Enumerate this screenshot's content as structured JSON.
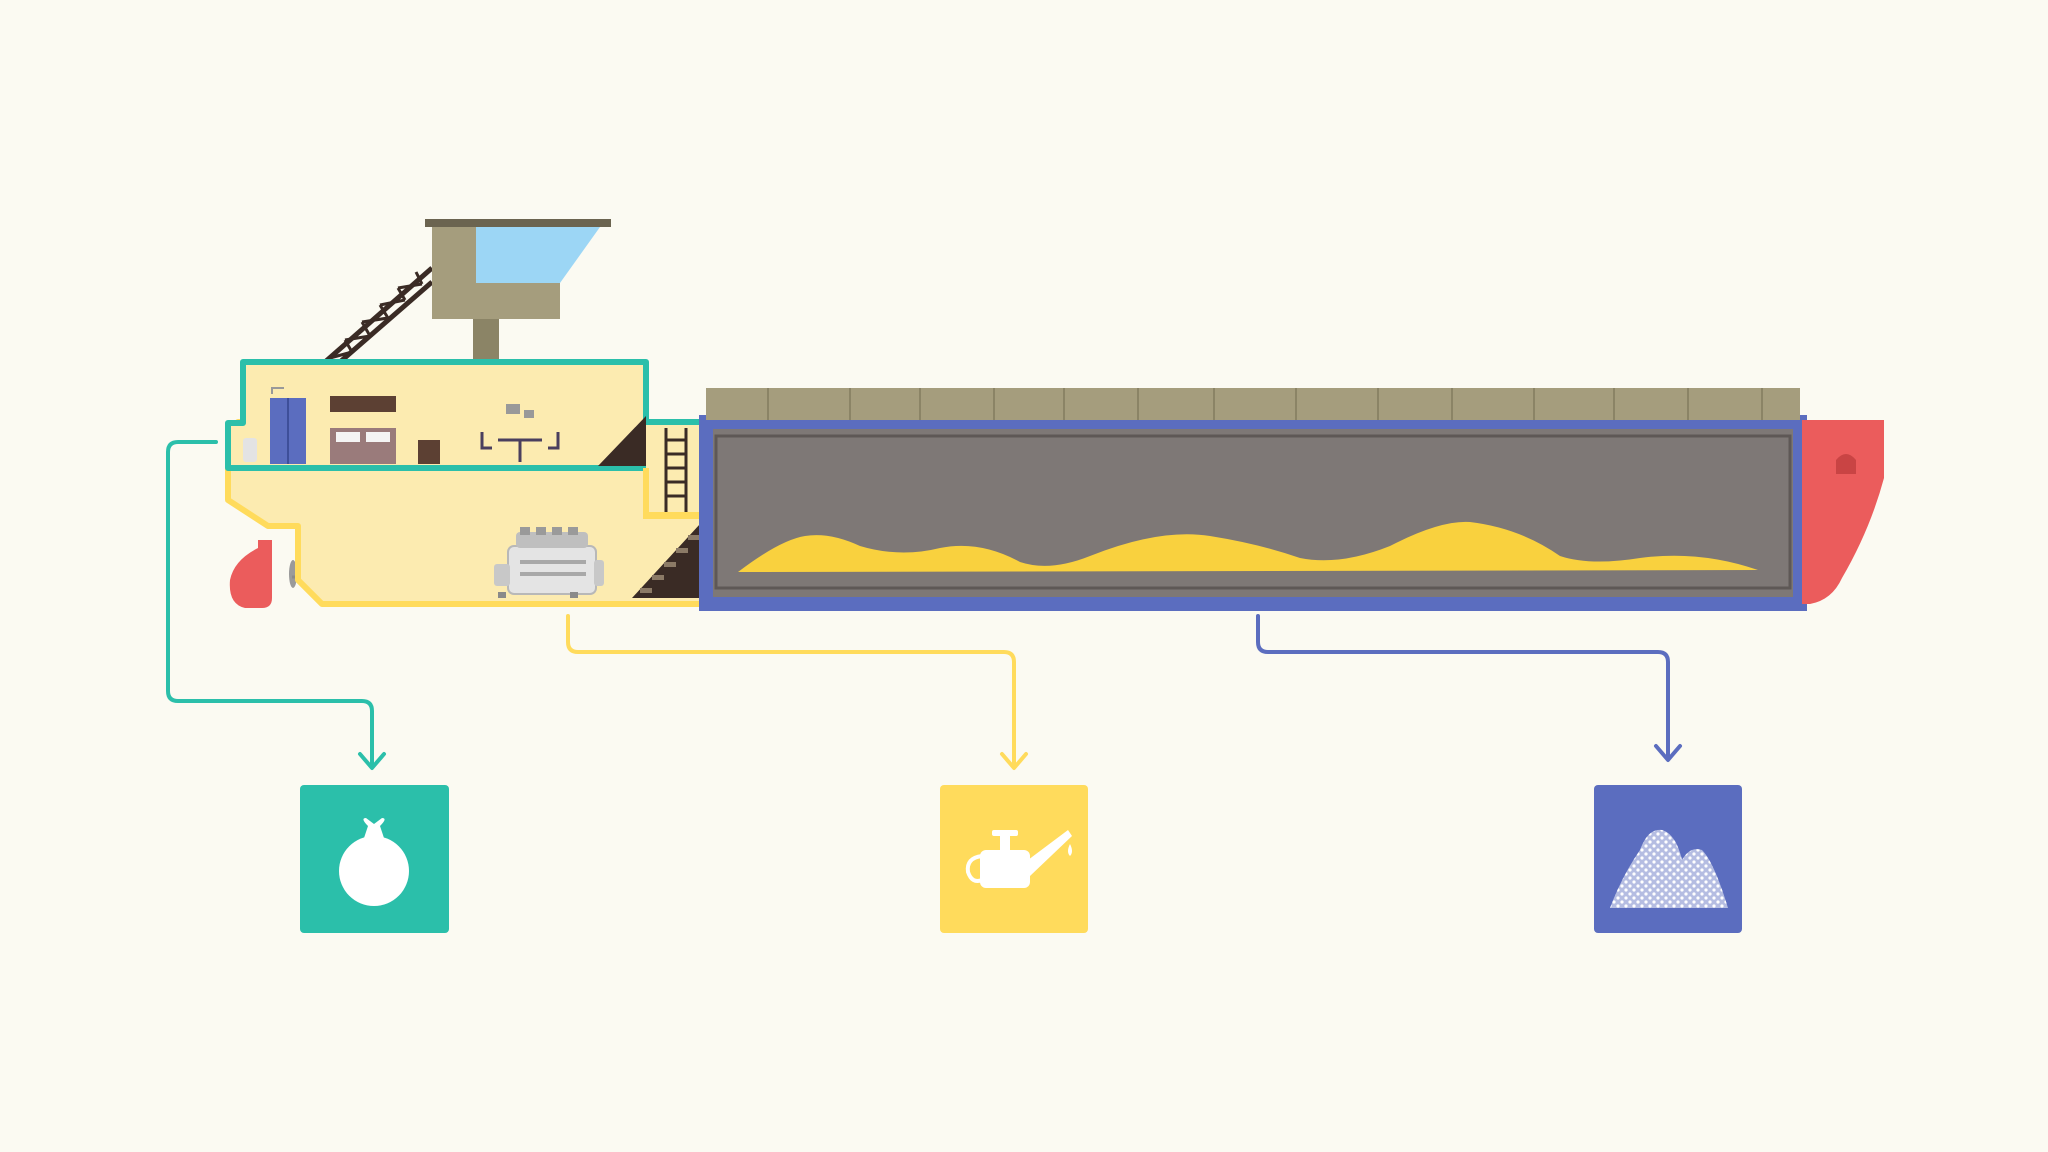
{
  "diagram": {
    "colors": {
      "background": "#fbfaf2",
      "crew_quarters": "#2bbfaa",
      "engine_room": "#ffdb5c",
      "cargo_hold": "#5b6dbf",
      "hull_fill": "#fcebb0",
      "cargo_interior": "#7e7876",
      "cargo_sand": "#f9d13e",
      "deck_cover": "#a59d7d",
      "bow": "#eb5c5c",
      "rudder": "#eb5c5c",
      "crane": "#a59d7d",
      "bridge_window": "#9cd6f5"
    },
    "ship": {
      "sections": [
        "crew-quarters",
        "engine-room",
        "cargo-hold"
      ]
    },
    "legend_icons": [
      {
        "name": "waste-bag-icon",
        "section": "crew-quarters",
        "color": "#2bbfaa"
      },
      {
        "name": "oil-can-icon",
        "section": "engine-room",
        "color": "#ffdb5c"
      },
      {
        "name": "sand-pile-icon",
        "section": "cargo-hold",
        "color": "#5b6dbf"
      }
    ]
  }
}
